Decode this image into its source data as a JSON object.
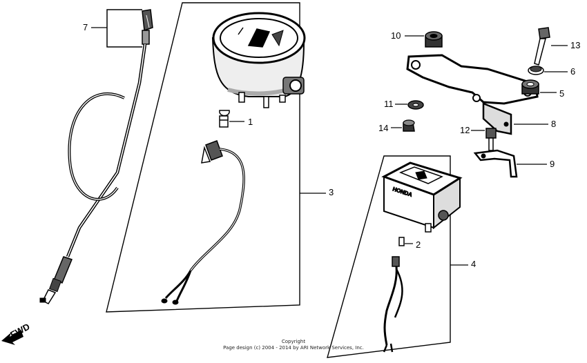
{
  "diagram": {
    "callouts": [
      {
        "id": "c1",
        "text": "1"
      },
      {
        "id": "c2",
        "text": "2"
      },
      {
        "id": "c3",
        "text": "3"
      },
      {
        "id": "c4",
        "text": "4"
      },
      {
        "id": "c5",
        "text": "5"
      },
      {
        "id": "c6",
        "text": "6"
      },
      {
        "id": "c7",
        "text": "7"
      },
      {
        "id": "c8",
        "text": "8"
      },
      {
        "id": "c9",
        "text": "9"
      },
      {
        "id": "c10",
        "text": "10"
      },
      {
        "id": "c11",
        "text": "11"
      },
      {
        "id": "c12",
        "text": "12"
      },
      {
        "id": "c13",
        "text": "13"
      },
      {
        "id": "c14",
        "text": "14"
      }
    ],
    "brand_mark": "HONDA",
    "direction_label": "FWD",
    "copyright_line1": "Copyright",
    "copyright_line2": "Page design (c) 2004 - 2014 by ARI Network Services, Inc."
  }
}
